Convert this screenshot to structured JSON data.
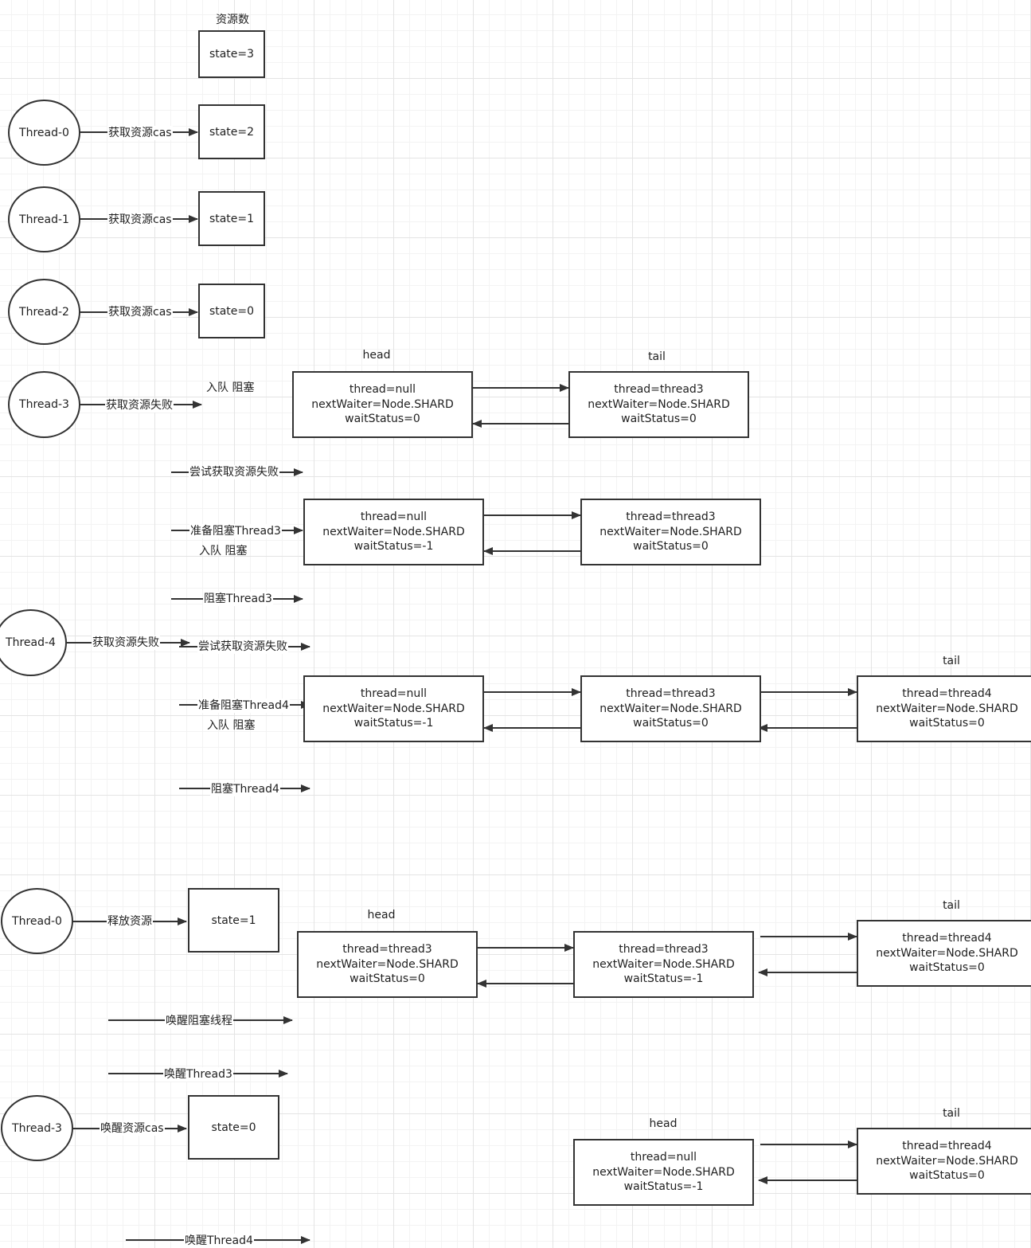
{
  "resource_label": "资源数",
  "state_initial": "state=3",
  "acquire": [
    {
      "thread": "Thread-0",
      "action": "获取资源cas",
      "state": "state=2"
    },
    {
      "thread": "Thread-1",
      "action": "获取资源cas",
      "state": "state=1"
    },
    {
      "thread": "Thread-2",
      "action": "获取资源cas",
      "state": "state=0"
    }
  ],
  "thread3_section": {
    "thread": "Thread-3",
    "action": "获取资源失败",
    "enqueue_block": "入队 阻塞",
    "try_fail": "尝试获取资源失败",
    "prepare_block": "准备阻塞Thread3",
    "enqueue_block_2": "入队 阻塞",
    "block": "阻塞Thread3"
  },
  "thread4_section": {
    "thread": "Thread-4",
    "action": "获取资源失败",
    "try_fail": "尝试获取资源失败",
    "prepare_block": "准备阻塞Thread4",
    "enqueue_block": "入队 阻塞",
    "block": "阻塞Thread4"
  },
  "release_section": {
    "thread": "Thread-0",
    "action": "释放资源",
    "state": "state=1",
    "wake_blocked": "唤醒阻塞线程",
    "wake_thread3": "唤醒Thread3"
  },
  "wake_section": {
    "thread": "Thread-3",
    "action": "唤醒资源cas",
    "state": "state=0",
    "wake_thread4": "唤醒Thread4"
  },
  "labels": {
    "head": "head",
    "tail": "tail"
  },
  "queues": {
    "q1": [
      {
        "thread": "thread=null",
        "next": "nextWaiter=Node.SHARD",
        "status": "waitStatus=0"
      },
      {
        "thread": "thread=thread3",
        "next": "nextWaiter=Node.SHARD",
        "status": "waitStatus=0"
      }
    ],
    "q2": [
      {
        "thread": "thread=null",
        "next": "nextWaiter=Node.SHARD",
        "status": "waitStatus=-1"
      },
      {
        "thread": "thread=thread3",
        "next": "nextWaiter=Node.SHARD",
        "status": "waitStatus=0"
      }
    ],
    "q3": [
      {
        "thread": "thread=null",
        "next": "nextWaiter=Node.SHARD",
        "status": "waitStatus=-1"
      },
      {
        "thread": "thread=thread3",
        "next": "nextWaiter=Node.SHARD",
        "status": "waitStatus=0"
      },
      {
        "thread": "thread=thread4",
        "next": "nextWaiter=Node.SHARD",
        "status": "waitStatus=0"
      }
    ],
    "q4": [
      {
        "thread": "thread=thread3",
        "next": "nextWaiter=Node.SHARD",
        "status": "waitStatus=0"
      },
      {
        "thread": "thread=thread3",
        "next": "nextWaiter=Node.SHARD",
        "status": "waitStatus=-1"
      },
      {
        "thread": "thread=thread4",
        "next": "nextWaiter=Node.SHARD",
        "status": "waitStatus=0"
      }
    ],
    "q5": [
      {
        "thread": "thread=null",
        "next": "nextWaiter=Node.SHARD",
        "status": "waitStatus=-1"
      },
      {
        "thread": "thread=thread4",
        "next": "nextWaiter=Node.SHARD",
        "status": "waitStatus=0"
      }
    ]
  }
}
